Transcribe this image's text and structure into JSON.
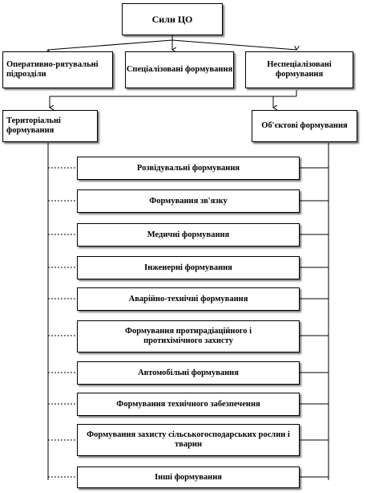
{
  "title": "Сили ЦО",
  "level2": [
    {
      "label": "Оперативно-рятувальні підрозділи"
    },
    {
      "label": "Спеціалізовані формування"
    },
    {
      "label": "Неспеціалізовані формування"
    }
  ],
  "level3": [
    {
      "label": "Територіальні формування"
    },
    {
      "label": "Об'єктові формування"
    }
  ],
  "units": [
    {
      "label": "Розвідувальні формування"
    },
    {
      "label": "Формування зв'язку"
    },
    {
      "label": "Медичні формування"
    },
    {
      "label": "Інженерні формування"
    },
    {
      "label": "Аварійно-технічні формування"
    },
    {
      "label": "Формування протирадіаційного і протихімічного захисту"
    },
    {
      "label": "Автомобільні формування"
    },
    {
      "label": "Формування технічного забезпечення"
    },
    {
      "label": "Формування захисту сільськогосподарських рослин і тварин"
    },
    {
      "label": "Інші формування"
    }
  ]
}
